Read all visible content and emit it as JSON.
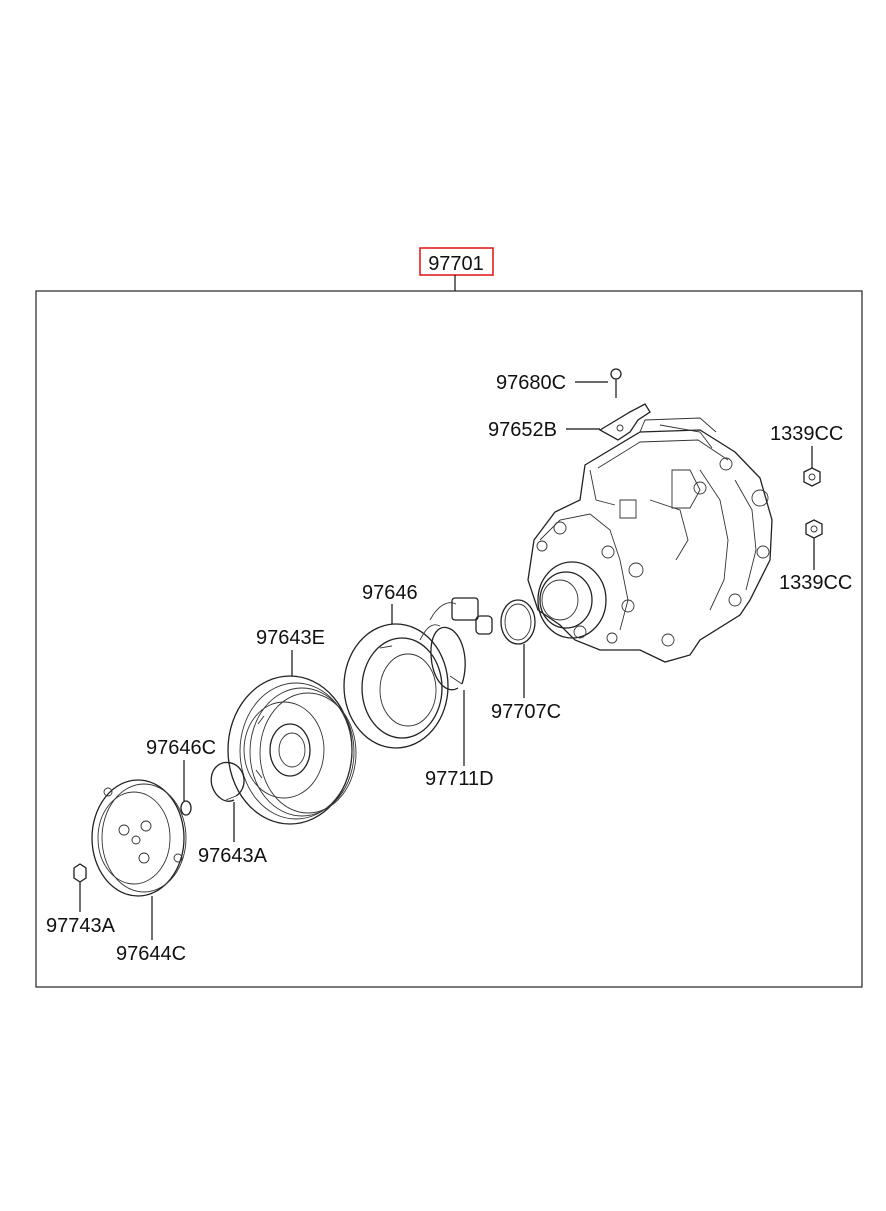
{
  "assembly": {
    "part_no": "97701",
    "highlight_color": "#e02020"
  },
  "labels": {
    "p97680C": "97680C",
    "p97652B": "97652B",
    "p1339CC_top": "1339CC",
    "p1339CC_bottom": "1339CC",
    "p97646": "97646",
    "p97643E": "97643E",
    "p97707C": "97707C",
    "p97646C": "97646C",
    "p97711D": "97711D",
    "p97643A": "97643A",
    "p97743A": "97743A",
    "p97644C": "97644C"
  }
}
